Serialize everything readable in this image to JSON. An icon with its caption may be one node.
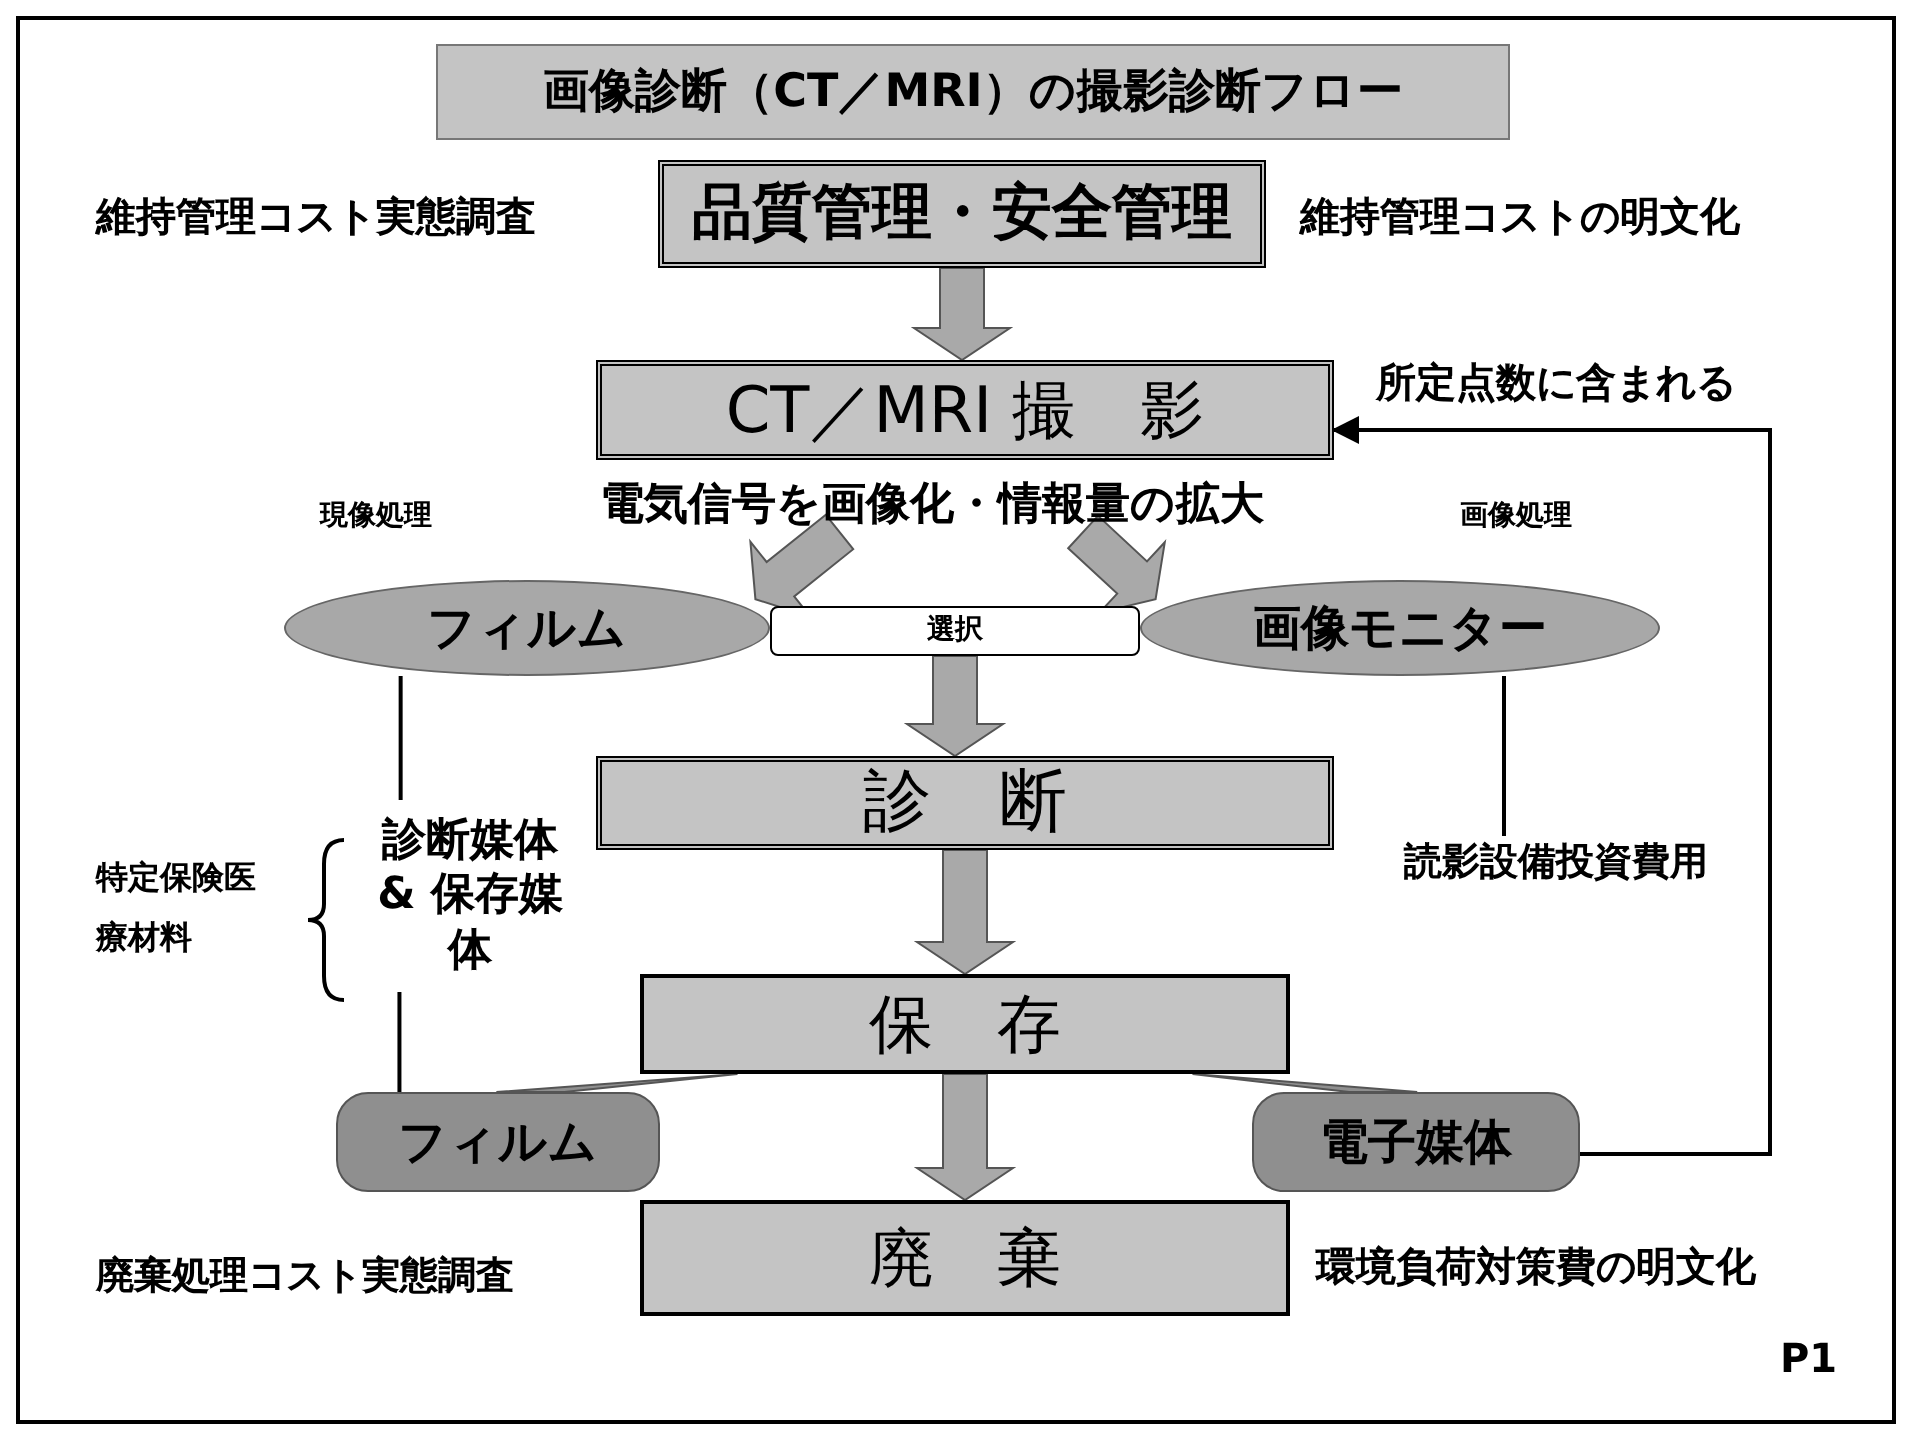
{
  "diagram": {
    "title": "画像診断（CT／MRI）の撮影診断フロー",
    "nodes": [
      {
        "text": [
          "品質管理・安全管理"
        ],
        "beside": [
          "維持管理コスト実態調査",
          "維持管理コストの明文化"
        ]
      },
      {
        "text": [
          "CT／MRI 撮　影"
        ]
      },
      {
        "text": [
          "フィルム"
        ],
        "beside": [
          "現像処理"
        ]
      },
      {
        "text": [
          "選択"
        ]
      },
      {
        "text": [
          "画像モニター"
        ],
        "beside": [
          "画像処理"
        ]
      },
      {
        "text": [
          "診　断"
        ]
      },
      {
        "text": [
          "読影設備投資費用"
        ]
      },
      {
        "text": [
          "診断媒体 & 保存媒体"
        ]
      },
      {
        "text": [
          "保　存"
        ]
      },
      {
        "text": [
          "フィルム"
        ]
      },
      {
        "text": [
          "電子媒体"
        ]
      },
      {
        "text": [
          "廃　棄"
        ],
        "beside": [
          "環境負荷対策費の明文化"
        ]
      }
    ],
    "edges": [
      {
        "from": 0,
        "to": 1,
        "arrow": "to",
        "style": "thick"
      },
      {
        "from": 1,
        "to": 2,
        "arrow": "to",
        "style": "thick"
      },
      {
        "from": 1,
        "to": 4,
        "arrow": "to",
        "style": "thick"
      },
      {
        "from": 3,
        "to": 5,
        "arrow": "to",
        "style": "thick"
      },
      {
        "from": 5,
        "to": 8,
        "arrow": "to",
        "style": "thick"
      },
      {
        "from": 8,
        "to": 11,
        "arrow": "to",
        "style": "thick"
      },
      {
        "from": 2,
        "to": 7,
        "arrow": "none"
      },
      {
        "from": 7,
        "to": 9,
        "arrow": "none"
      },
      {
        "from": 4,
        "to": 6,
        "arrow": "none"
      },
      {
        "from": 8,
        "to": 9,
        "arrow": "none",
        "style": "thick"
      },
      {
        "from": 8,
        "to": 10,
        "arrow": "none",
        "style": "thick"
      },
      {
        "from": 10,
        "to": 1,
        "arrow": "to"
      }
    ],
    "labels": [
      "所定点数に含まれる",
      "電気信号を画像化・情報量の拡大",
      "特定保険医療材料",
      "廃棄処理コスト実態調査",
      "P1"
    ]
  }
}
